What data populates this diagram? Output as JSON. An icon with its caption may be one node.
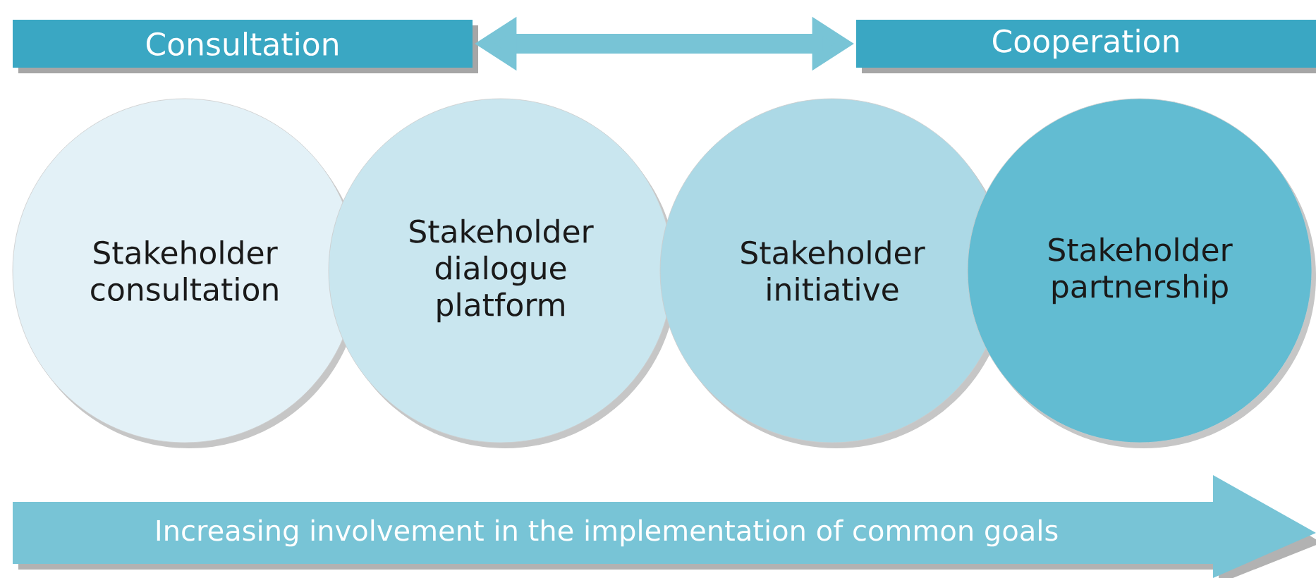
{
  "diagram": {
    "nodes": [
      {
        "text": [
          "Consultation"
        ]
      },
      {
        "text": [
          "Cooperation"
        ]
      },
      {
        "text": [
          "Stakeholder consultation"
        ]
      },
      {
        "text": [
          "Stakeholder dialogue platform"
        ]
      },
      {
        "text": [
          "Stakeholder initiative"
        ]
      },
      {
        "text": [
          "Stakeholder partnership"
        ]
      },
      {
        "text": [
          "Increasing involvement in the implementation of common goals"
        ]
      }
    ],
    "edges": [
      {
        "from": 0,
        "to": 1,
        "arrow": "both"
      }
    ]
  }
}
